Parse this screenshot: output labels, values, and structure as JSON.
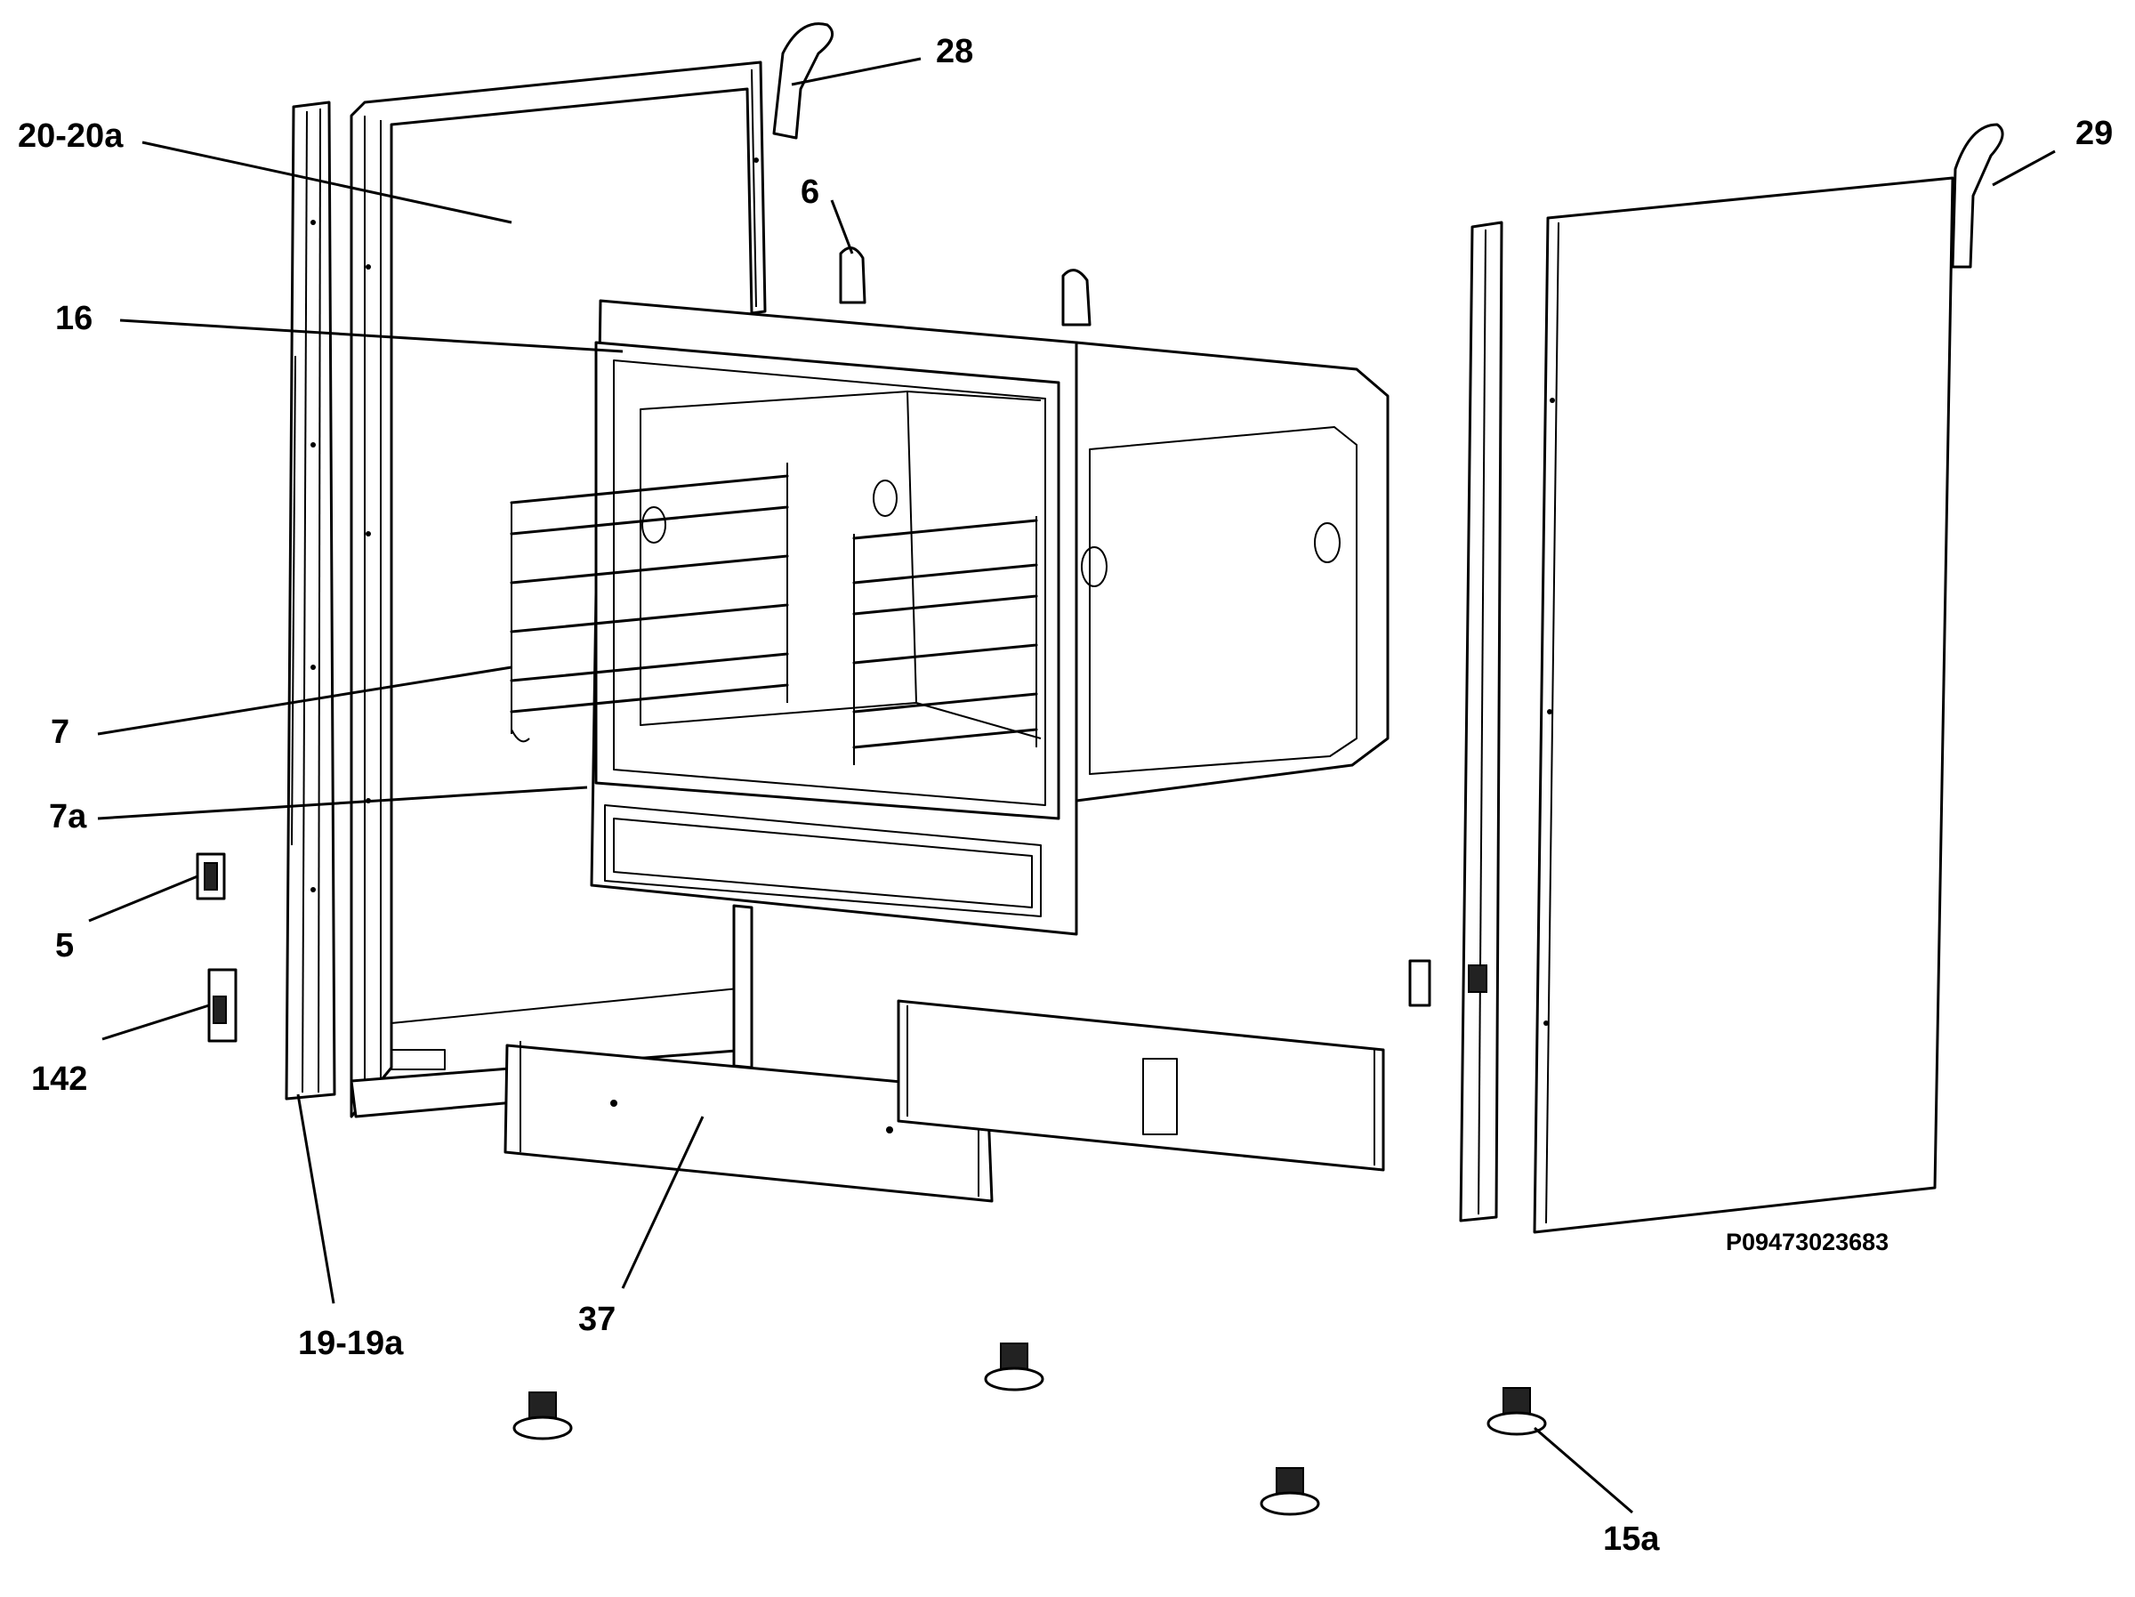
{
  "diagram": {
    "drawing_number": "P09473023683",
    "callouts": [
      {
        "id": "28",
        "label": "28"
      },
      {
        "id": "20-20a",
        "label": "20-20a"
      },
      {
        "id": "29",
        "label": "29"
      },
      {
        "id": "6",
        "label": "6"
      },
      {
        "id": "16",
        "label": "16"
      },
      {
        "id": "7",
        "label": "7"
      },
      {
        "id": "7a",
        "label": "7a"
      },
      {
        "id": "5",
        "label": "5"
      },
      {
        "id": "142",
        "label": "142"
      },
      {
        "id": "19-19a",
        "label": "19-19a"
      },
      {
        "id": "37",
        "label": "37"
      },
      {
        "id": "15a",
        "label": "15a"
      }
    ]
  }
}
